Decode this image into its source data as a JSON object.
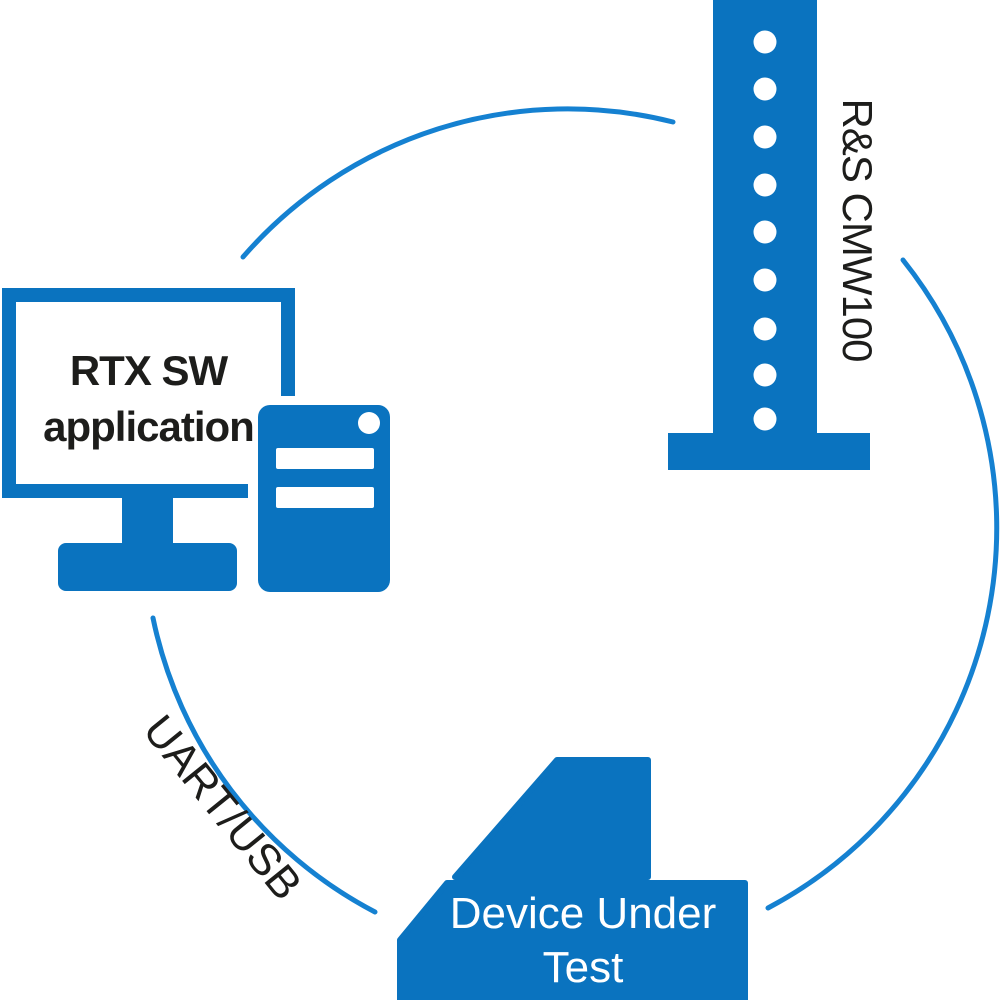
{
  "diagram": {
    "background": "#ffffff",
    "colors": {
      "icon_blue": "#0a73bf",
      "arc_blue": "#1581d1",
      "text_dark": "#1d1d1b",
      "text_light": "#ffffff"
    },
    "nodes": {
      "pc": {
        "line1": "RTX SW",
        "line2": "application"
      },
      "instrument": {
        "label": "R&S CMW100"
      },
      "dut": {
        "line1": "Device Under",
        "line2": "Test"
      }
    },
    "connections": {
      "uart_label": "UART/USB"
    }
  }
}
